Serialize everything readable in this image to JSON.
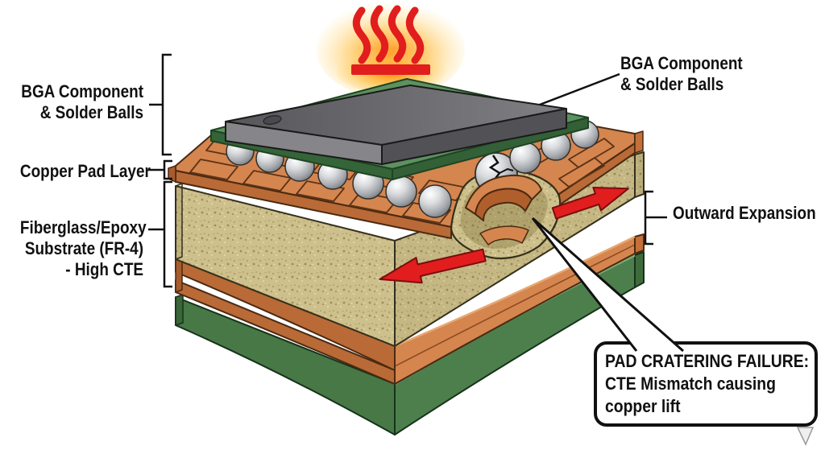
{
  "colors": {
    "accent-red": "#e21d1d",
    "red-outline": "#7a0d10",
    "copper": "#d5854e",
    "copper-dark": "#b96a36",
    "copper-outline": "#4a2a12",
    "substrate-tan": "#cdc08c",
    "substrate-outline": "#35301c",
    "pcb-green": "#4d7f4d",
    "pcb-green-dark": "#3f6b3c",
    "bga-green": "#5d9160",
    "bga-green-dark": "#336036",
    "chip-gray": "#6e6e72",
    "label-black": "#111111"
  },
  "heat_source": {
    "icon": "heat-waves-icon"
  },
  "labels": {
    "bga_left": {
      "line1": "BGA Component",
      "line2": "& Solder Balls"
    },
    "copper_pad": {
      "text": "Copper Pad Layer"
    },
    "substrate": {
      "line1": "Fiberglass/Epoxy",
      "line2": "Substrate (FR-4)",
      "line3": "- High CTE"
    },
    "bga_right": {
      "line1": "BGA Component",
      "line2": "& Solder Balls"
    },
    "outward_expansion": {
      "text": "Outward Expansion"
    }
  },
  "callout": {
    "line1": "PAD CRATERING FAILURE:",
    "line2": "CTE Mismatch causing",
    "line3": "copper lift"
  }
}
